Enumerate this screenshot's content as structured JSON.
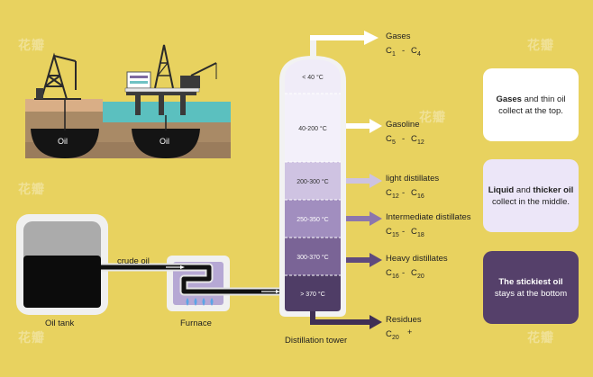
{
  "oilfield": {
    "well_label_left": "Oil",
    "well_label_right": "Oil"
  },
  "tank": {
    "label": "Oil tank"
  },
  "pipe": {
    "crude_oil_label": "crude oil"
  },
  "furnace": {
    "label": "Furnace"
  },
  "tower": {
    "label": "Distillation tower",
    "sections": [
      {
        "temp": "< 40 °C",
        "color": "#f0ecf8"
      },
      {
        "temp": "40-200 °C",
        "color": "#f3f0fa"
      },
      {
        "temp": "200-300 °C",
        "color": "#cfc3e2"
      },
      {
        "temp": "250-350 °C",
        "color": "#a18ebf"
      },
      {
        "temp": "300-370 °C",
        "color": "#7a6496"
      },
      {
        "temp": "> 370 °C",
        "color": "#4f3d66"
      }
    ]
  },
  "products": [
    {
      "name": "Gases",
      "sub_a": "1",
      "sub_b": "4",
      "arrow_color": "#ffffff"
    },
    {
      "name": "Gasoline",
      "sub_a": "5",
      "sub_b": "12",
      "arrow_color": "#ffffff"
    },
    {
      "name": "light distillates",
      "sub_a": "12",
      "sub_b": "16",
      "arrow_color": "#cdc3e0"
    },
    {
      "name": "Intermediate distillates",
      "sub_a": "15",
      "sub_b": "18",
      "arrow_color": "#8c76ac"
    },
    {
      "name": "Heavy distillates",
      "sub_a": "16",
      "sub_b": "20",
      "arrow_color": "#5f4a7d"
    },
    {
      "name": "Residues",
      "sub_a": "20",
      "plus": "+",
      "arrow_color": "#3f2f55"
    }
  ],
  "carbon_letter": "C",
  "dash": "-",
  "info_boxes": {
    "top": {
      "bold": "Gases",
      "rest_line1": " and thin oil",
      "line2": "collect at the top."
    },
    "middle": {
      "bold1": "Liquid",
      "and": " and ",
      "bold2": "thicker oil",
      "line2": "collect in the middle."
    },
    "bottom": {
      "bold": "The stickiest oil",
      "line2": "stays at the bottom"
    }
  },
  "watermark": "花瓣"
}
